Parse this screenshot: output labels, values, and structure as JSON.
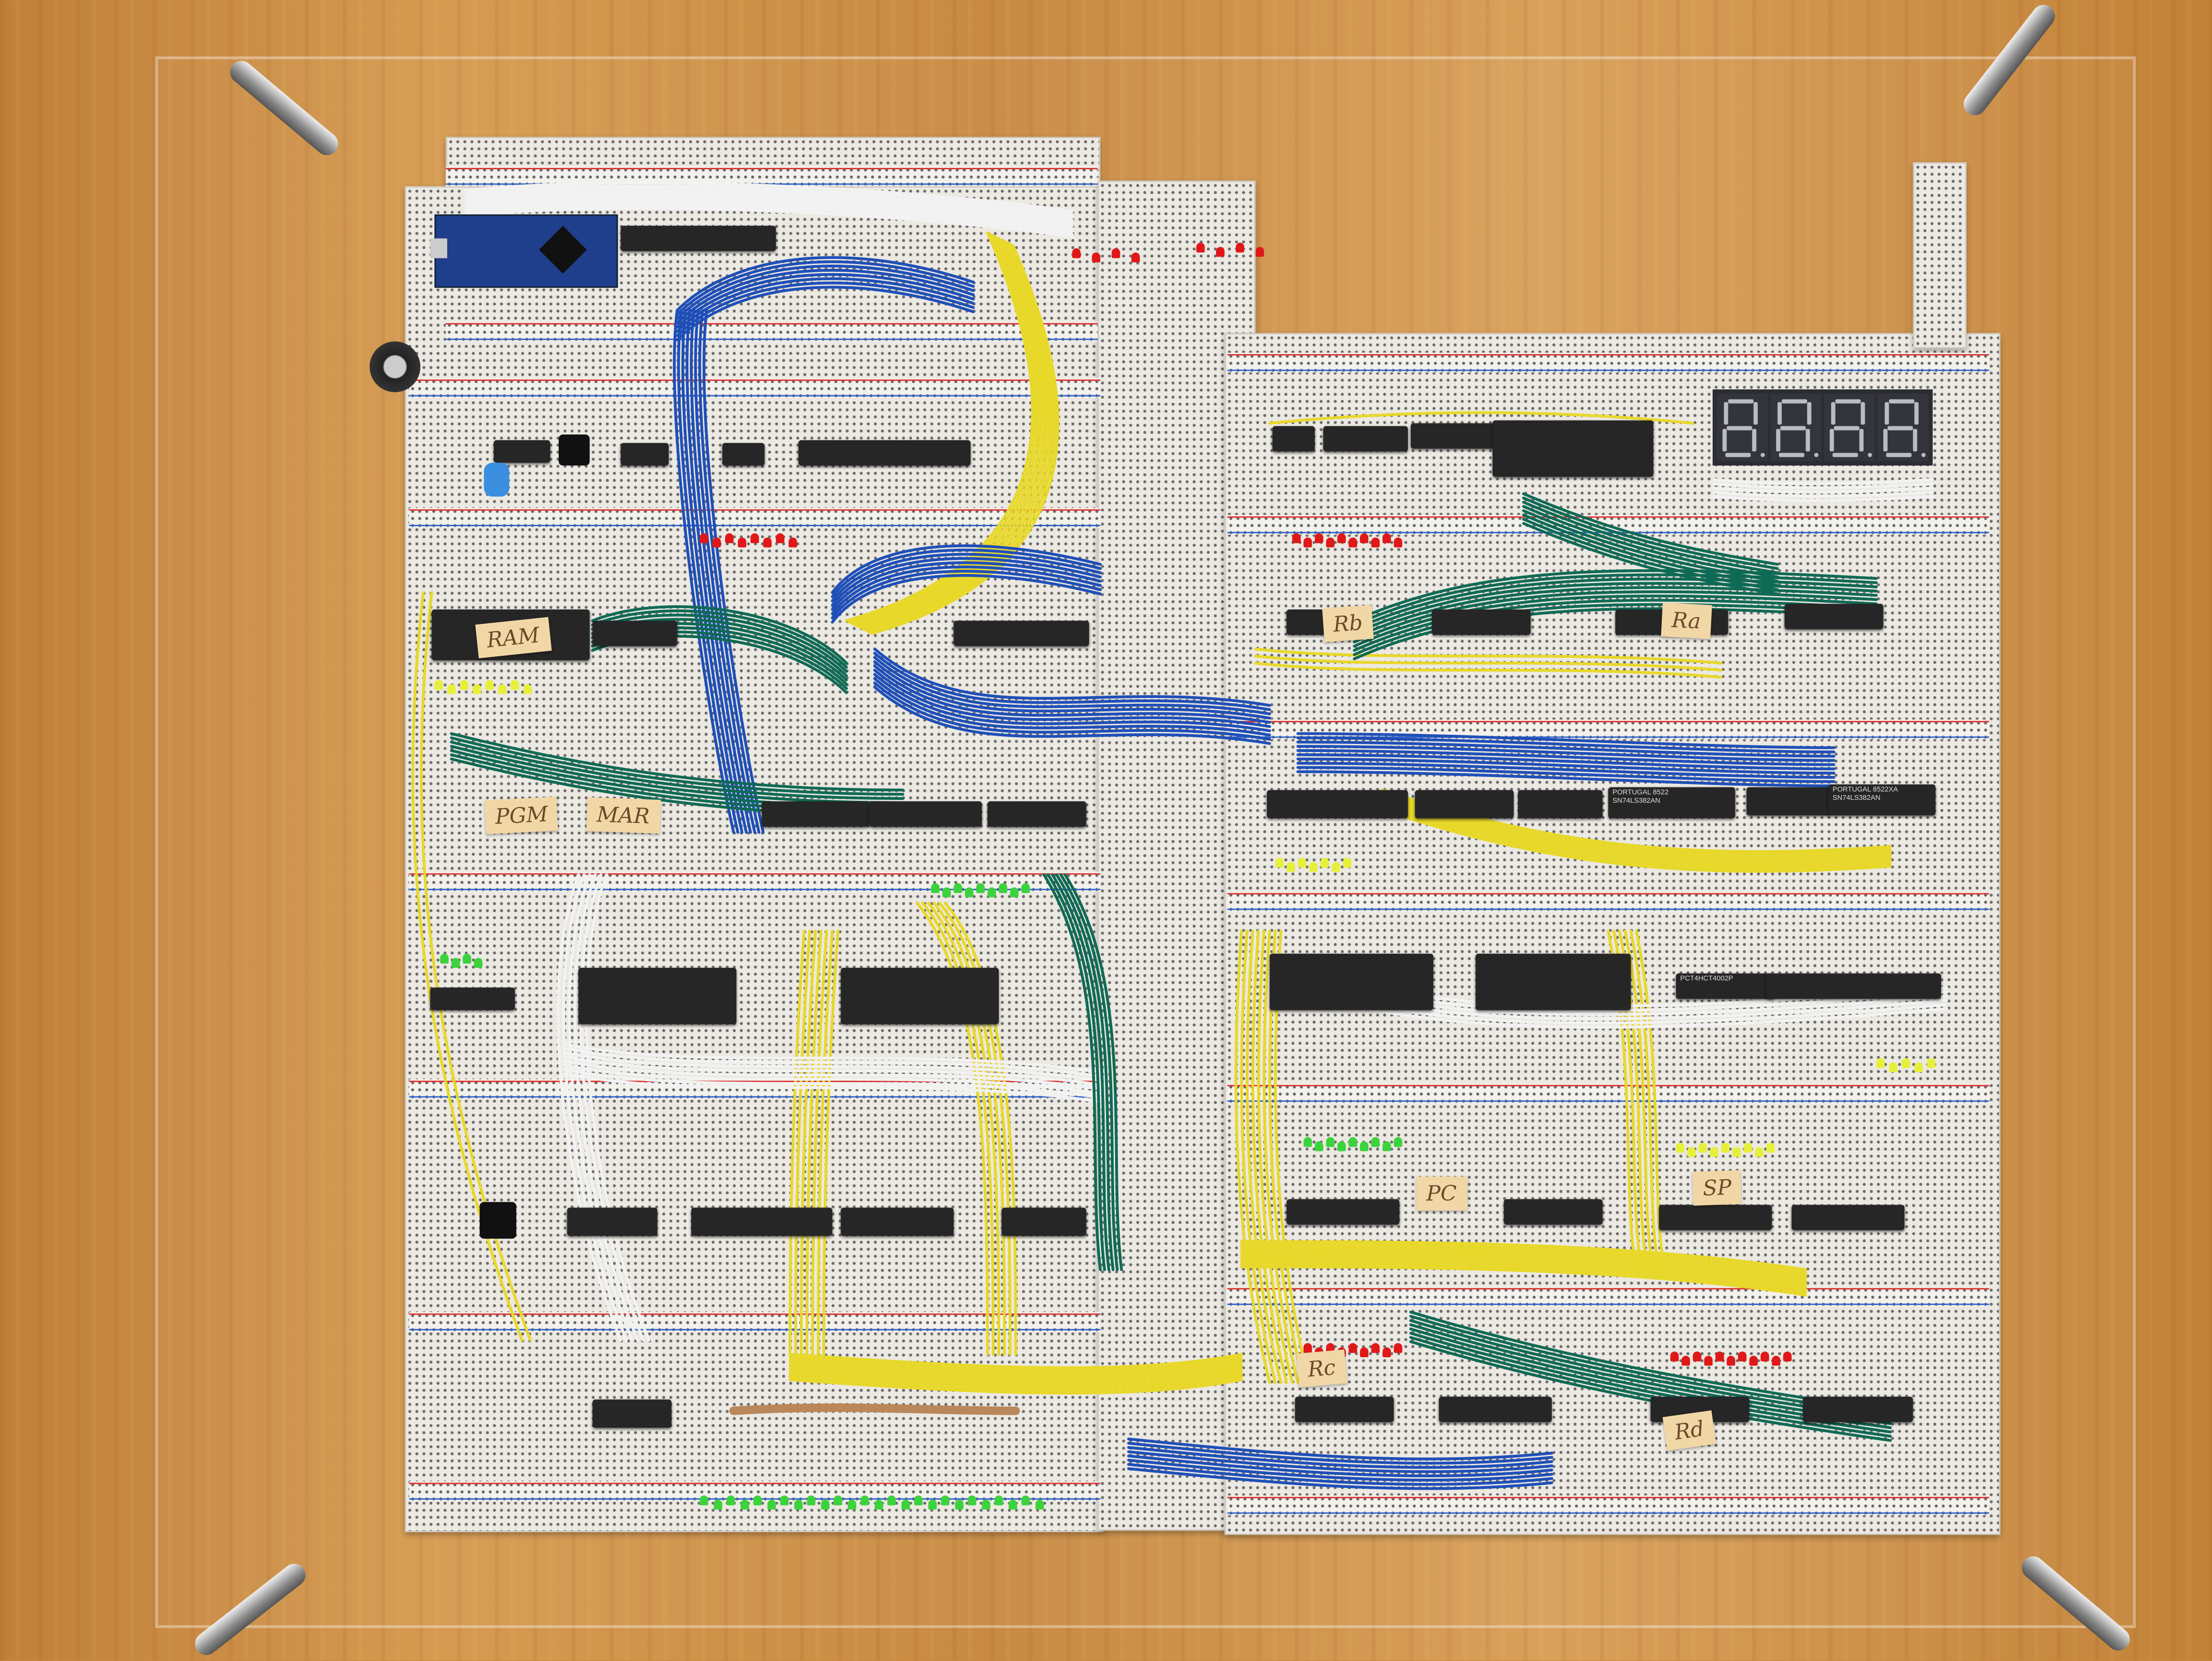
{
  "labels": {
    "ram": "RAM",
    "pgm": "PGM",
    "mar": "MAR",
    "rb": "Rb",
    "ra": "Ra",
    "pc": "PC",
    "sp": "SP",
    "rc": "Rc",
    "rd": "Rd"
  },
  "chip_markings": {
    "maker": "PORTUGAL",
    "date_code_1": "8522",
    "date_code_2": "8522XA",
    "part": "SN74LS382AN",
    "part_2": "PCT4HCT4002P"
  },
  "display": {
    "digits": [
      "8.",
      "8.",
      "8.",
      "8."
    ],
    "state": "off"
  },
  "colors": {
    "wood": "#c98a3e",
    "breadboard": "#ece9e2",
    "wire_blue": "#1f4fb8",
    "wire_green": "#0f6a55",
    "wire_yellow": "#e8d82a",
    "wire_white": "#f2f2f2",
    "wire_red": "#d42020",
    "led_red": "#e01818",
    "led_green": "#3cd23c",
    "led_yellow": "#e6f03a"
  }
}
